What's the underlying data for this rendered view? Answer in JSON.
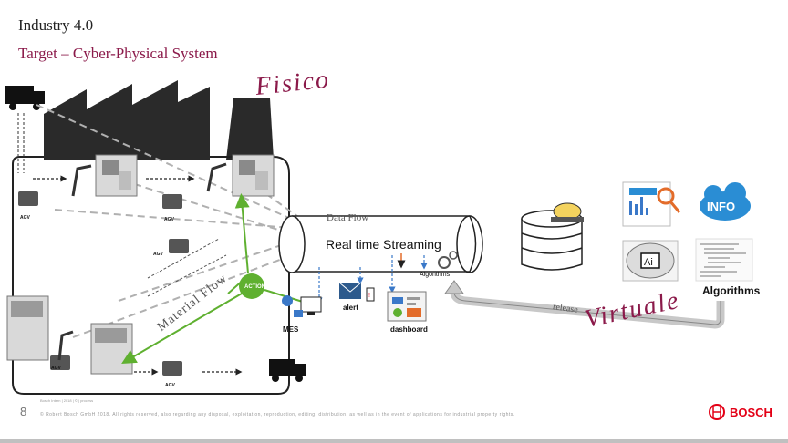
{
  "slide": {
    "title_line1": "Industry 4.0",
    "title_line2": "Target – Cyber-Physical System",
    "slide_number": "8",
    "footer_small": "Bosch Intern | 2018 | © | process",
    "footer_copyright": "© Robert Bosch GmbH 2018. All rights reserved, also regarding any disposal, exploitation, reproduction, editing, distribution, as well as in the event of applications for industrial property rights.",
    "brand": "BOSCH"
  },
  "diagram": {
    "physical_label": "Fisico",
    "virtual_label": "Virtuale",
    "data_flow_label": "Data Flow",
    "streaming_label": "Real time Streaming",
    "material_flow_label": "Material Flow",
    "release_label": "release",
    "algorithms_small_label": "Algorithms",
    "algorithms_big_label": "Algorithms",
    "alert_label": "alert",
    "dashboard_label": "dashboard",
    "mes_label": "MES",
    "action_label": "ACTION",
    "info_label": "INFO",
    "machine_tags": [
      "AGV",
      "AGV",
      "AGV",
      "AGV",
      "AGV"
    ],
    "colors": {
      "accent": "#8b1a4a",
      "action_green": "#5fb030",
      "info_blue": "#2a8dd4",
      "flow_blue": "#3a78c8",
      "brand_red": "#e30016"
    }
  }
}
